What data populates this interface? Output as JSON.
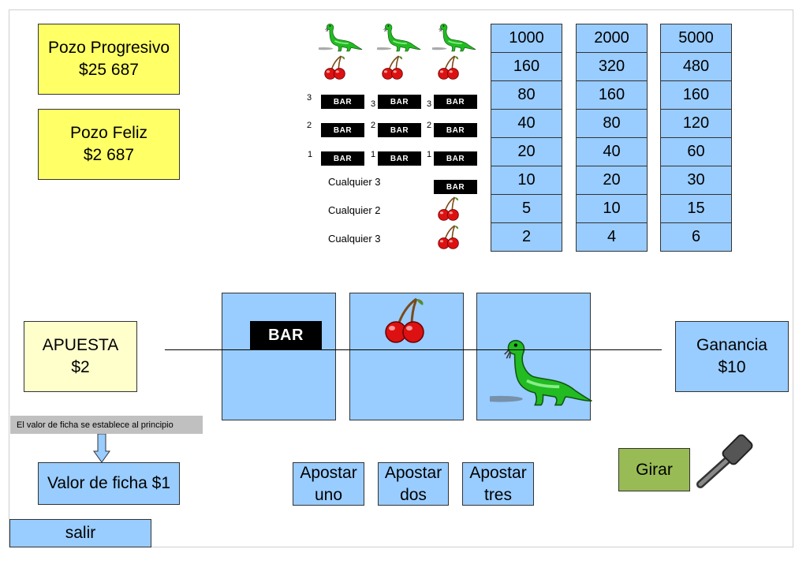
{
  "jackpots": {
    "progressive": {
      "label": "Pozo Progresivo",
      "amount": "$25 687"
    },
    "happy": {
      "label": "Pozo Feliz",
      "amount": "$2 687"
    }
  },
  "paytable": {
    "row_labels": {
      "any3": "Cualquier 3",
      "any2": "Cualquier 2",
      "any1": "Cualquier 3"
    },
    "bar_text": "BAR",
    "bar_multipliers": [
      "3",
      "2",
      "1"
    ],
    "columns": [
      [
        "1000",
        "160",
        "80",
        "40",
        "20",
        "10",
        "5",
        "2"
      ],
      [
        "2000",
        "320",
        "160",
        "80",
        "40",
        "20",
        "10",
        "4"
      ],
      [
        "5000",
        "480",
        "160",
        "120",
        "60",
        "30",
        "15",
        "6"
      ]
    ]
  },
  "bet": {
    "label": "APUESTA",
    "amount": "$2"
  },
  "win": {
    "label": "Ganancia",
    "amount": "$10"
  },
  "reels": {
    "bar_text": "BAR",
    "symbols": [
      "bar",
      "cherry",
      "dinosaur"
    ]
  },
  "tooltip": "El valor de ficha se establece al principio",
  "coin_value": "Valor de ficha $1",
  "buttons": {
    "bet_one": [
      "Apostar",
      "uno"
    ],
    "bet_two": [
      "Apostar",
      "dos"
    ],
    "bet_three": [
      "Apostar",
      "tres"
    ],
    "spin": "Girar",
    "exit": "salir"
  },
  "icons": {
    "reel_symbols": [
      "dinosaur-icon",
      "cherry-icon",
      "bar-icon"
    ],
    "lever": "lever-icon",
    "arrow": "arrow-down-icon"
  },
  "colors": {
    "yellow": "#ffff66",
    "pale_yellow": "#ffffcc",
    "blue": "#99ccff",
    "green": "#99bb55",
    "tooltip": "#c0c0c0"
  }
}
